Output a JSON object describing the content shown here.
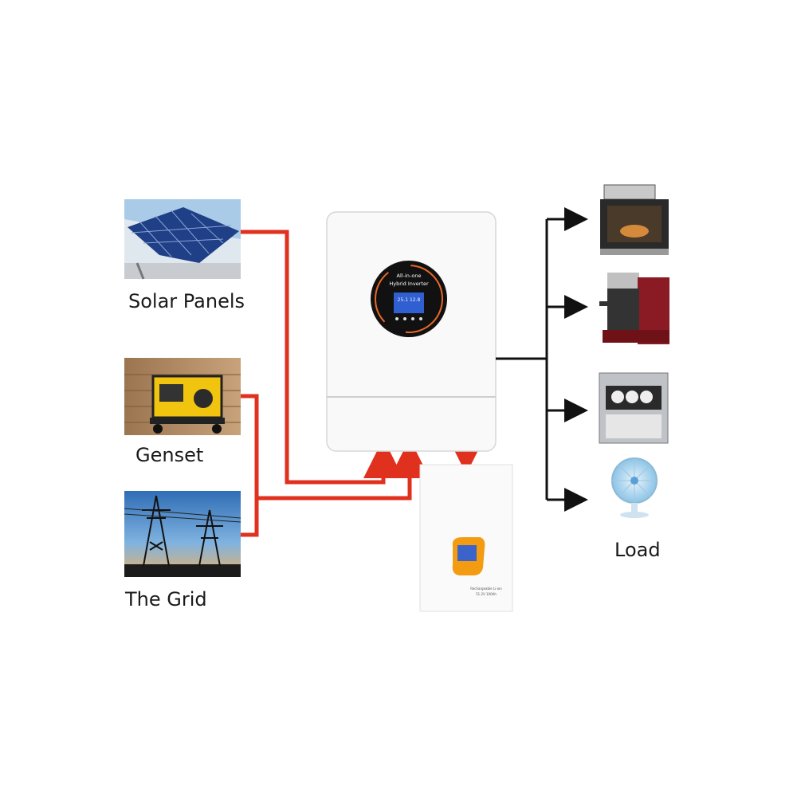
{
  "sources": [
    {
      "id": "solar",
      "label": "Solar Panels",
      "icon": "solar-panel-icon"
    },
    {
      "id": "genset",
      "label": "Genset",
      "icon": "generator-icon"
    },
    {
      "id": "grid",
      "label": "The Grid",
      "icon": "power-tower-icon"
    }
  ],
  "inverter": {
    "line1": "All-in-one",
    "line2": "Hybrid Inverter",
    "readout": "25.1 12.8",
    "icon": "inverter-icon"
  },
  "battery": {
    "small_text_1": "Rechargeable Li-ion",
    "small_text_2": "51.2V 100Ah",
    "icon": "battery-icon"
  },
  "loads": {
    "label": "Load",
    "items": [
      {
        "icon": "oven-icon"
      },
      {
        "icon": "coffee-machine-icon"
      },
      {
        "icon": "dishwasher-icon"
      },
      {
        "icon": "fan-icon"
      }
    ]
  },
  "colors": {
    "source_line": "#e0301e",
    "load_line": "#111111",
    "inverter_ring": "#e8692a"
  }
}
